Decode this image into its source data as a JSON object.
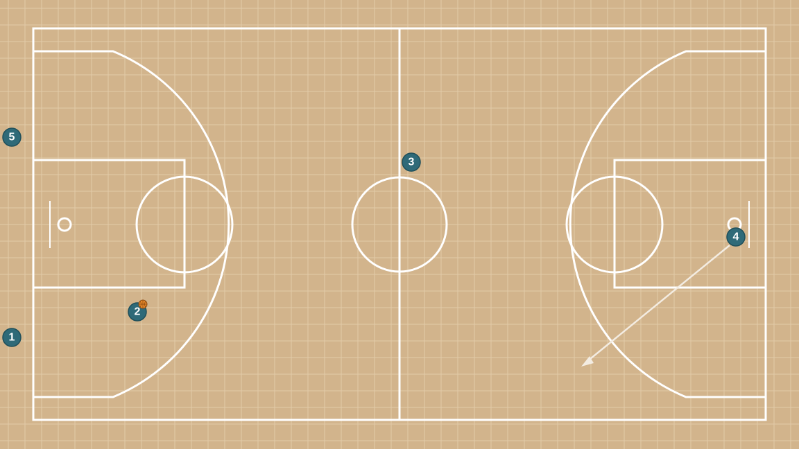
{
  "colors": {
    "floor": "#d2b48c",
    "grid": "#e2cba9",
    "lines": "#ffffff",
    "player_fill": "#2f6a78",
    "player_stroke": "#1f4f5a",
    "ball": "#e8892a",
    "arrow": "#f3ece2"
  },
  "players": [
    {
      "id": "player-1",
      "label": "1",
      "has_ball": false
    },
    {
      "id": "player-2",
      "label": "2",
      "has_ball": true
    },
    {
      "id": "player-3",
      "label": "3",
      "has_ball": false
    },
    {
      "id": "player-4",
      "label": "4",
      "has_ball": false
    },
    {
      "id": "player-5",
      "label": "5",
      "has_ball": false
    }
  ],
  "movements": [
    {
      "player": "4",
      "icon": "movement-arrow"
    }
  ]
}
